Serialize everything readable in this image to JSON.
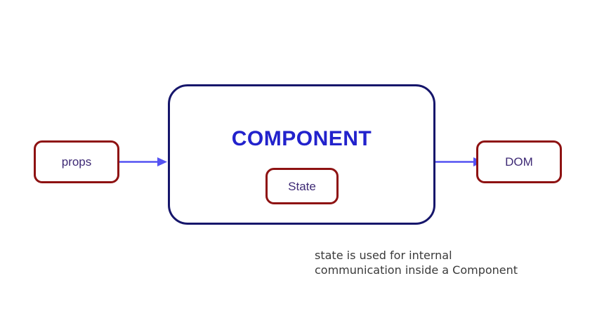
{
  "diagram": {
    "component": {
      "title": "COMPONENT"
    },
    "nodes": {
      "props": {
        "label": "props"
      },
      "state": {
        "label": "State"
      },
      "dom": {
        "label": "DOM"
      }
    },
    "arrows": [
      {
        "name": "props-to-component",
        "direction": "right"
      },
      {
        "name": "component-to-dom",
        "direction": "right"
      }
    ],
    "caption": {
      "line1": "state is used for internal",
      "line2": "communication inside a Component"
    },
    "colors": {
      "node_border_red": "#8e1212",
      "component_border_navy": "#16166b",
      "component_title_blue": "#2222cc",
      "node_label_purple": "#3e2a75",
      "arrow_blue": "#5452f2",
      "caption_gray": "#3a3a3a",
      "background": "#ffffff"
    }
  }
}
